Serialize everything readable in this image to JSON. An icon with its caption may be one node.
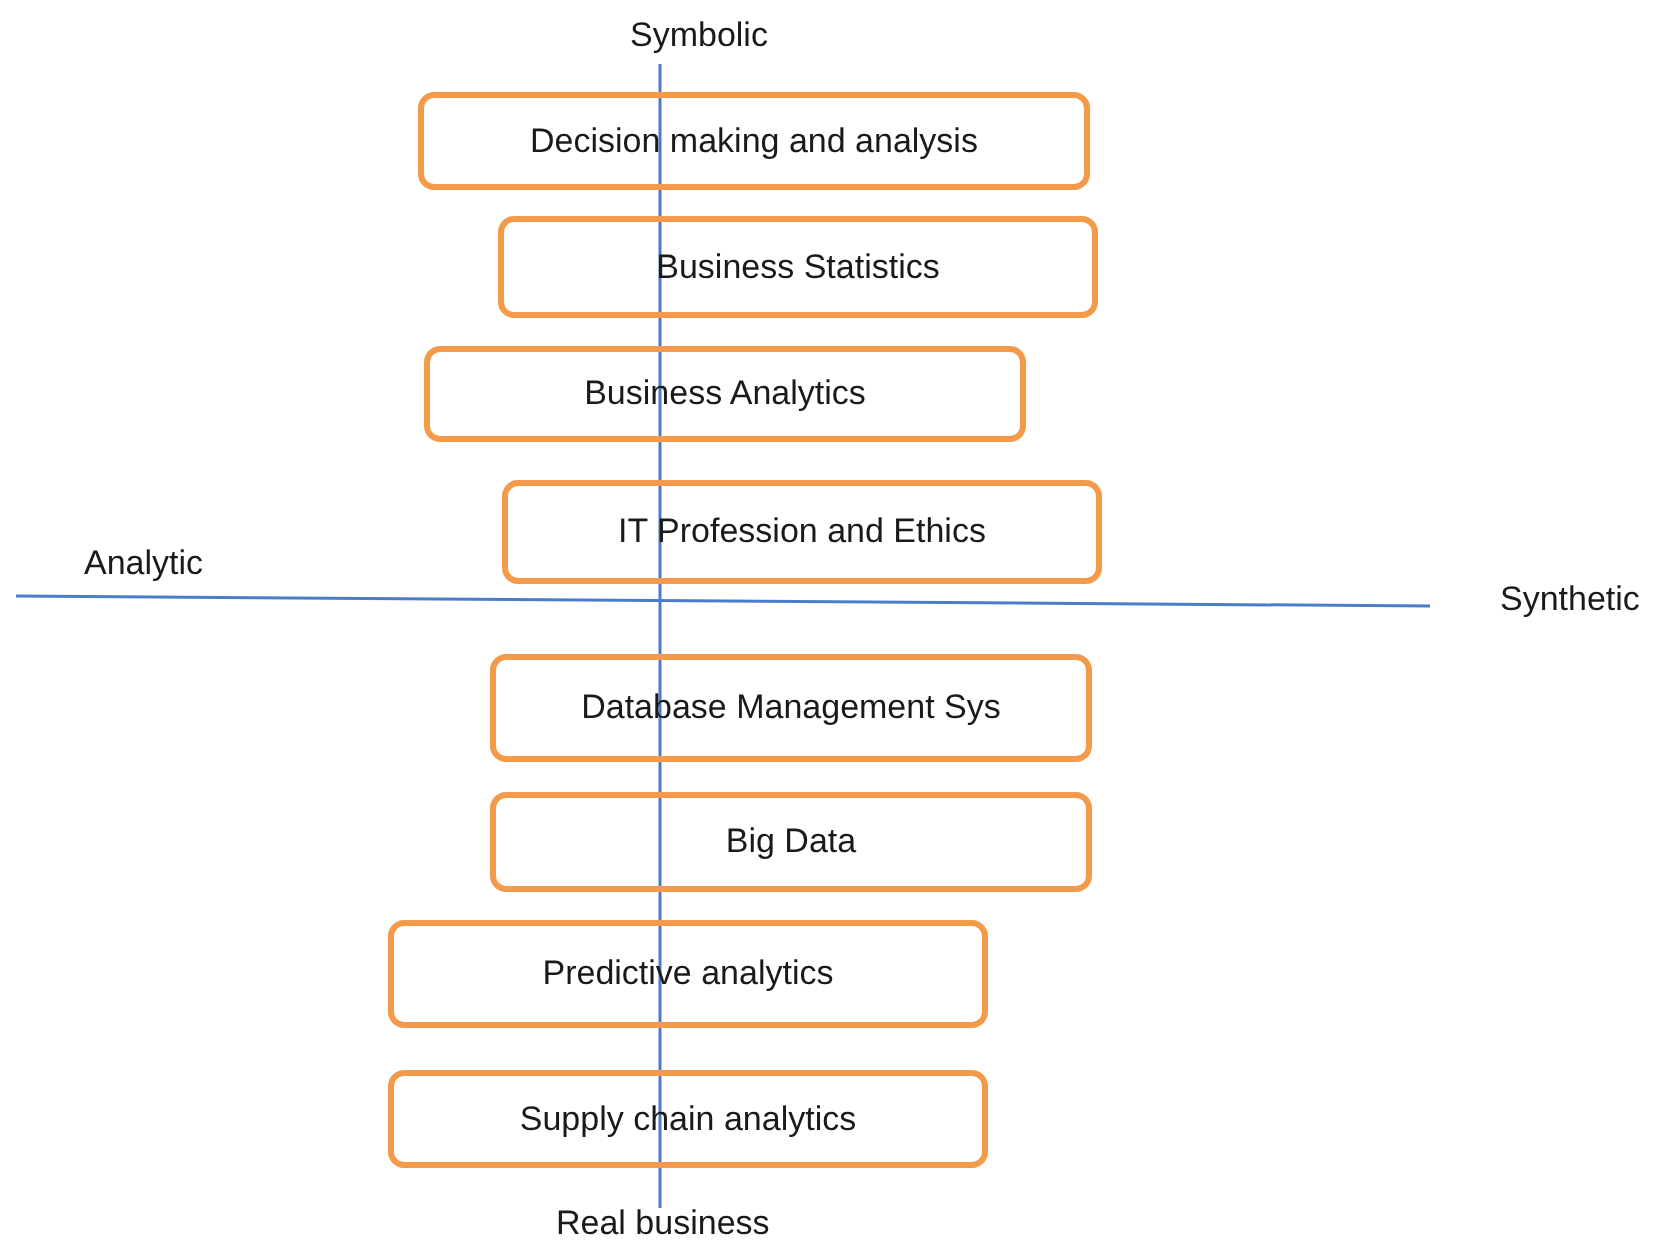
{
  "diagram": {
    "nodes": [
      {
        "text": [
          "Decision making and analysis"
        ]
      },
      {
        "text": [
          "Business Statistics"
        ]
      },
      {
        "text": [
          "Business Analytics"
        ]
      },
      {
        "text": [
          "IT Profession and Ethics"
        ]
      },
      {
        "text": [
          "Database Management Sys"
        ]
      },
      {
        "text": [
          "Big Data"
        ]
      },
      {
        "text": [
          "Predictive analytics"
        ]
      },
      {
        "text": [
          "Supply chain analytics"
        ]
      }
    ],
    "edges": [],
    "labels": [
      "Symbolic",
      "Analytic",
      "Synthetic",
      "Real business"
    ]
  }
}
